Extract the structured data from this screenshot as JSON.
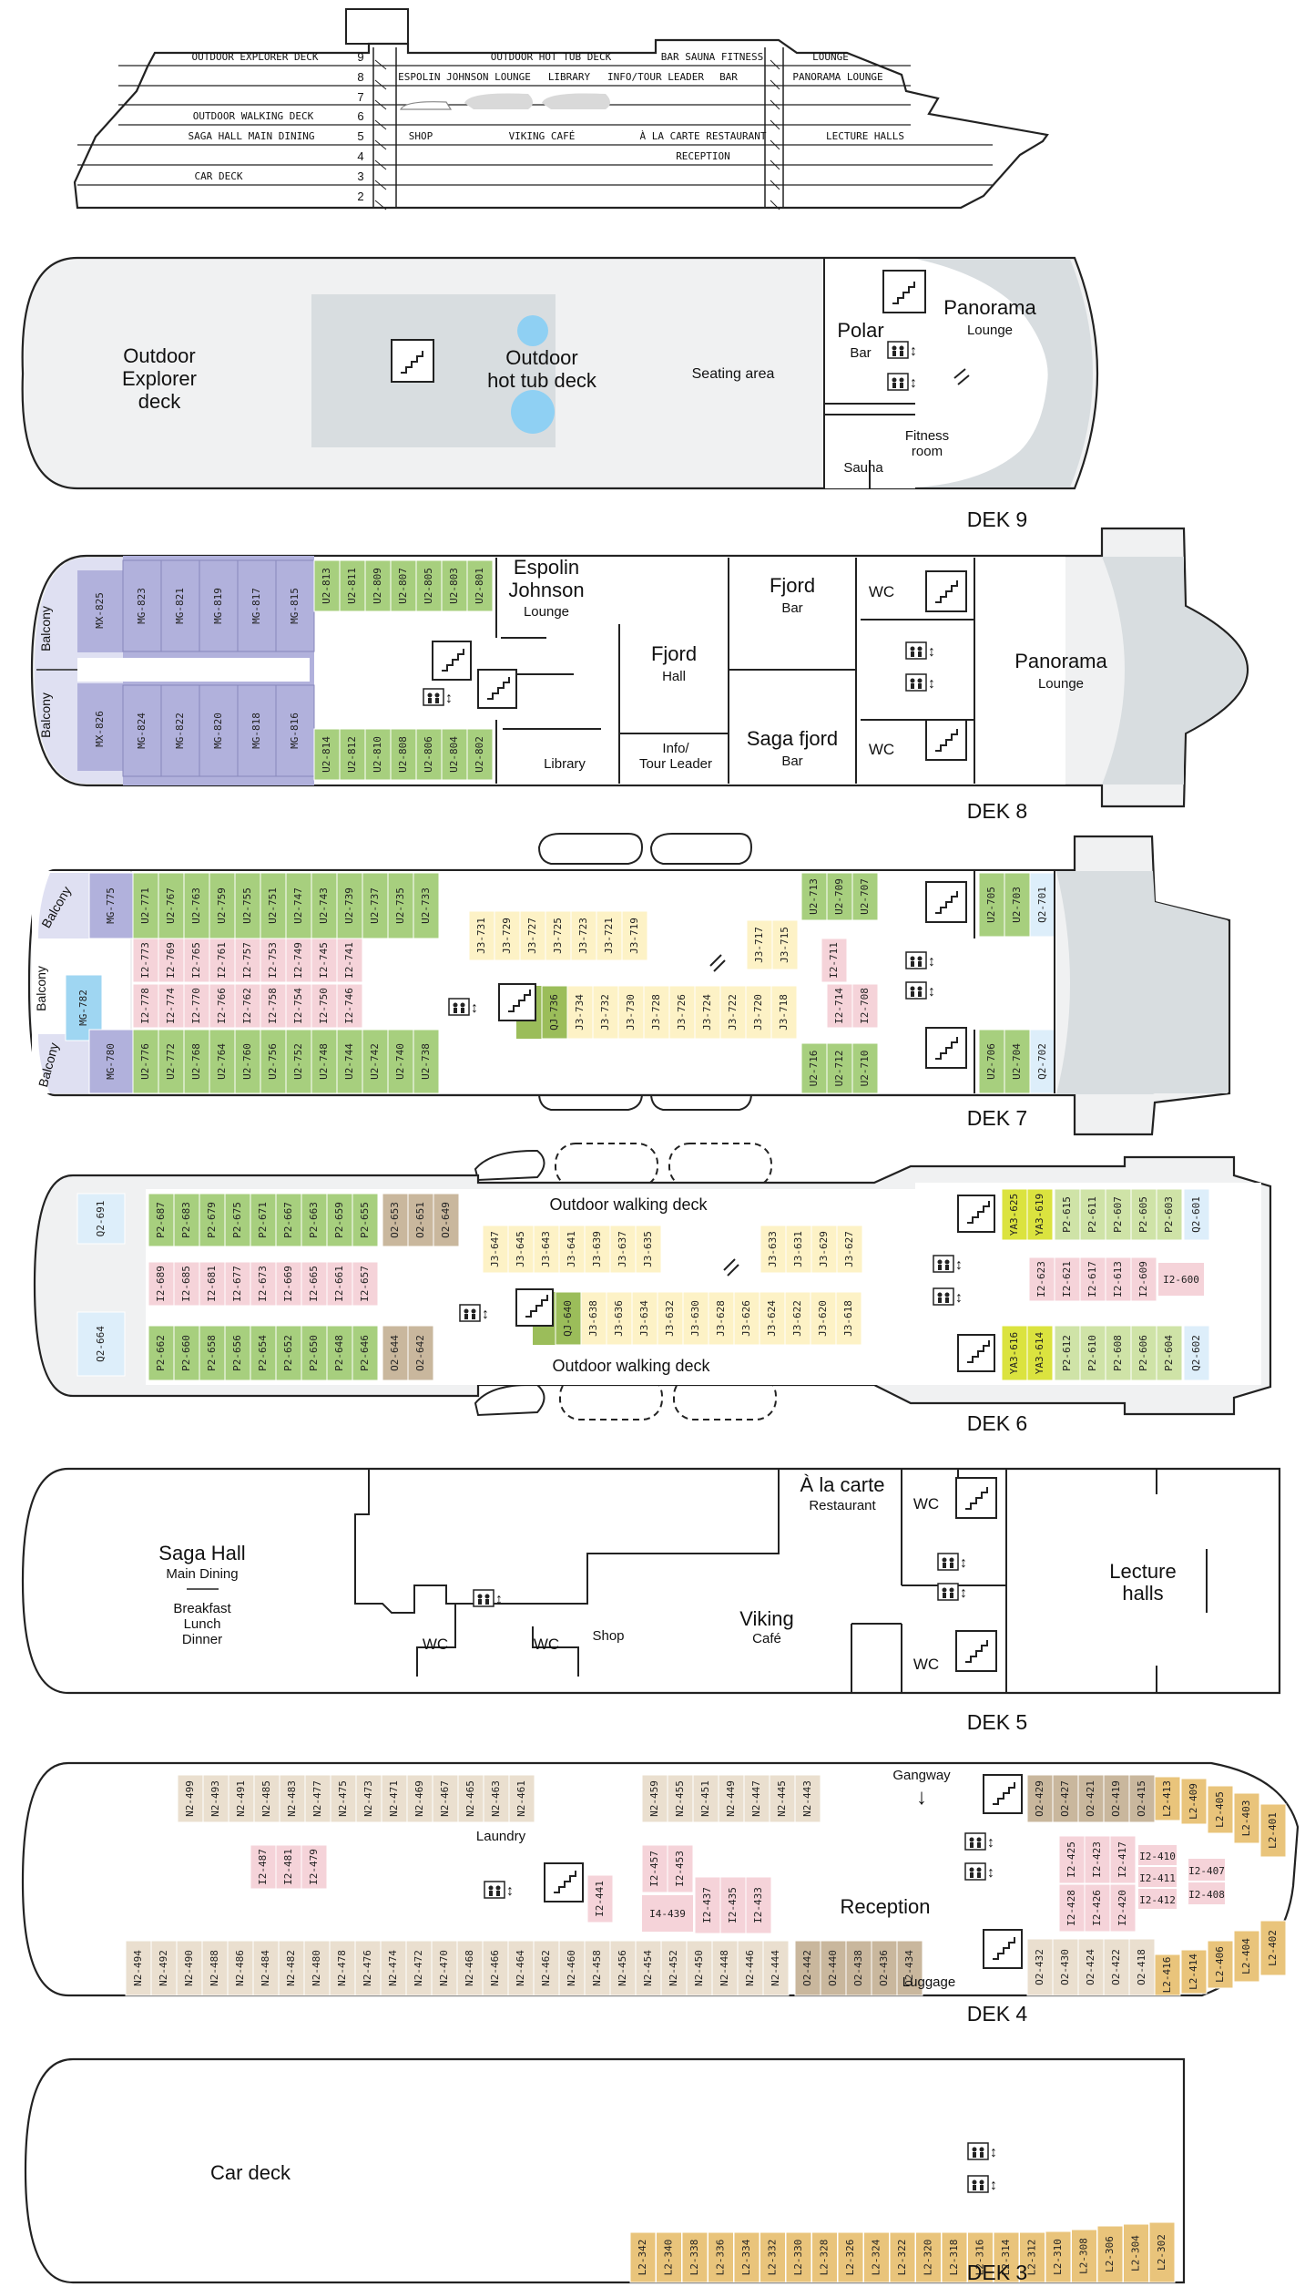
{
  "profile": {
    "decks": [
      "9",
      "8",
      "7",
      "6",
      "5",
      "4",
      "3",
      "2"
    ],
    "left_labels": {
      "9": "OUTDOOR EXPLORER DECK",
      "6": "OUTDOOR WALKING DECK",
      "5": "SAGA HALL MAIN DINING",
      "3": "CAR DECK"
    },
    "mid_labels": {
      "9a": "OUTDOOR HOT TUB DECK",
      "9b": "BAR  SAUNA  FITNESS",
      "8a": "ESPOLIN JOHNSON LOUNGE",
      "8b": "LIBRARY",
      "8c": "INFO/TOUR LEADER",
      "8d": "BAR",
      "5a": "SHOP",
      "5b": "VIKING CAFÉ",
      "5c": "À LA CARTE RESTAURANT",
      "4a": "RECEPTION"
    },
    "right_labels": {
      "9": "LOUNGE",
      "8": "PANORAMA LOUNGE",
      "5": "LECTURE HALLS"
    }
  },
  "deck9": {
    "name": "DEK 9",
    "explorer": [
      "Outdoor",
      "Explorer",
      "deck"
    ],
    "hottub": [
      "Outdoor",
      "hot tub deck"
    ],
    "seating": "Seating area",
    "polar": "Polar",
    "polar_sub": "Bar",
    "panorama": "Panorama",
    "panorama_sub": "Lounge",
    "fitness": [
      "Fitness",
      "room"
    ],
    "sauna": "Sauna"
  },
  "deck8": {
    "name": "DEK 8",
    "balcony": "Balcony",
    "espolin": [
      "Espolin",
      "Johnson"
    ],
    "espolin_sub": "Lounge",
    "fjord_hall": "Fjord",
    "fjord_hall_sub": "Hall",
    "fjord_bar": "Fjord",
    "fjord_bar_sub": "Bar",
    "saga_bar": "Saga fjord",
    "saga_bar_sub": "Bar",
    "library": "Library",
    "info": [
      "Info/",
      "Tour Leader"
    ],
    "wc": "WC",
    "panorama": "Panorama",
    "panorama_sub": "Lounge",
    "mk_top": "MX-825",
    "mk_bot": "MX-826",
    "mg_top": [
      "MG-823",
      "MG-821",
      "MG-819",
      "MG-817",
      "MG-815"
    ],
    "mg_bot": [
      "MG-824",
      "MG-822",
      "MG-820",
      "MG-818",
      "MG-816"
    ],
    "u_top": [
      "U2-813",
      "U2-811",
      "U2-809",
      "U2-807",
      "U2-805",
      "U2-803",
      "U2-801"
    ],
    "u_bot": [
      "U2-814",
      "U2-812",
      "U2-810",
      "U2-808",
      "U2-806",
      "U2-804",
      "U2-802"
    ]
  },
  "deck7": {
    "name": "DEK 7",
    "balcony": "Balcony",
    "mg_top": "MG-775",
    "mg_mid": "MG-782",
    "mg_bot": "MG-780",
    "u_top": [
      "U2-771",
      "U2-767",
      "U2-763",
      "U2-759",
      "U2-755",
      "U2-751",
      "U2-747",
      "U2-743",
      "U2-739",
      "U2-737",
      "U2-735",
      "U2-733"
    ],
    "i_top": [
      "I2-773",
      "I2-769",
      "I2-765",
      "I2-761",
      "I2-757",
      "I2-753",
      "I2-749",
      "I2-745",
      "I2-741"
    ],
    "i_bot": [
      "I2-778",
      "I2-774",
      "I2-770",
      "I2-766",
      "I2-762",
      "I2-758",
      "I2-754",
      "I2-750",
      "I2-746"
    ],
    "u_bot": [
      "U2-776",
      "U2-772",
      "U2-768",
      "U2-764",
      "U2-760",
      "U2-756",
      "U2-752",
      "U2-748",
      "U2-744",
      "U2-742",
      "U2-740",
      "U2-738"
    ],
    "j_top": [
      "J3-731",
      "J3-729",
      "J3-727",
      "J3-725",
      "J3-723",
      "J3-721",
      "J3-719"
    ],
    "j_top2": [
      "J3-717",
      "J3-715"
    ],
    "qj": "QJ-736",
    "j_bot": [
      "J3-734",
      "J3-732",
      "J3-730",
      "J3-728",
      "J3-726",
      "J3-724",
      "J3-722",
      "J3-720",
      "J3-718"
    ],
    "u_aft_top": [
      "U2-713",
      "U2-709",
      "U2-707"
    ],
    "u_aft_bot": [
      "U2-716",
      "U2-712",
      "U2-710"
    ],
    "i_aft_top": "I2-711",
    "i_aft_bot": [
      "I2-714",
      "I2-708"
    ],
    "u_fwd_top": [
      "U2-705",
      "U2-703"
    ],
    "q_fwd_top": "Q2-701",
    "u_fwd_bot": [
      "U2-706",
      "U2-704"
    ],
    "q_fwd_bot": "Q2-702"
  },
  "deck6": {
    "name": "DEK 6",
    "walk": "Outdoor walking deck",
    "q_top": "Q2-691",
    "q_bot": "Q2-664",
    "p_top": [
      "P2-687",
      "P2-683",
      "P2-679",
      "P2-675",
      "P2-671",
      "P2-667",
      "P2-663",
      "P2-659",
      "P2-655"
    ],
    "o_top": [
      "O2-653",
      "O2-651",
      "O2-649"
    ],
    "i_mid": [
      "I2-689",
      "I2-685",
      "I2-681",
      "I2-677",
      "I2-673",
      "I2-669",
      "I2-665",
      "I2-661",
      "I2-657"
    ],
    "p_bot": [
      "P2-662",
      "P2-660",
      "P2-658",
      "P2-656",
      "P2-654",
      "P2-652",
      "P2-650",
      "P2-648",
      "P2-646"
    ],
    "o_bot": [
      "O2-644",
      "O2-642"
    ],
    "j_top": [
      "J3-647",
      "J3-645",
      "J3-643",
      "J3-641",
      "J3-639",
      "J3-637",
      "J3-635"
    ],
    "j_top2": [
      "J3-633",
      "J3-631",
      "J3-629",
      "J3-627"
    ],
    "qj": "QJ-640",
    "j_bot": [
      "J3-638",
      "J3-636",
      "J3-634",
      "J3-632",
      "J3-630",
      "J3-628",
      "J3-626",
      "J3-624",
      "J3-622",
      "J3-620",
      "J3-618"
    ],
    "ya_top": [
      "YA3-625",
      "YA3-619"
    ],
    "p_fwd_top": [
      "P2-615",
      "P2-611",
      "P2-607",
      "P2-605",
      "P2-603"
    ],
    "q_fwd_top": "Q2-601",
    "i_fwd": [
      "I2-623",
      "I2-621",
      "I2-617",
      "I2-613",
      "I2-609"
    ],
    "i_fwd_x": "I2-600",
    "ya_bot": [
      "YA3-616",
      "YA3-614"
    ],
    "p_fwd_bot": [
      "P2-612",
      "P2-610",
      "P2-608",
      "P2-606",
      "P2-604"
    ],
    "q_fwd_bot": "Q2-602"
  },
  "deck5": {
    "name": "DEK 5",
    "saga": "Saga Hall",
    "saga_sub": "Main Dining",
    "meals": [
      "Breakfast",
      "Lunch",
      "Dinner"
    ],
    "wc": "WC",
    "shop": "Shop",
    "viking": "Viking",
    "viking_sub": "Café",
    "alacarte": "À la carte",
    "alacarte_sub": "Restaurant",
    "lecture": [
      "Lecture",
      "halls"
    ]
  },
  "deck4": {
    "name": "DEK 4",
    "gangway": "Gangway",
    "laundry": "Laundry",
    "reception": "Reception",
    "luggage": "Luggage",
    "n_top": [
      "N2-499",
      "N2-493",
      "N2-491",
      "N2-485",
      "N2-483",
      "N2-477",
      "N2-475",
      "N2-473",
      "N2-471",
      "N2-469",
      "N2-467",
      "N2-465",
      "N2-463",
      "N2-461"
    ],
    "n_top2": [
      "N2-459",
      "N2-455",
      "N2-451",
      "N2-449",
      "N2-447",
      "N2-445",
      "N2-443"
    ],
    "i_mid": [
      "I2-487",
      "I2-481",
      "I2-479"
    ],
    "i_441": "I2-441",
    "i_c1": [
      "I2-457",
      "I2-453"
    ],
    "i4_439": "I4-439",
    "i_c2": [
      "I2-437",
      "I2-435",
      "I2-433"
    ],
    "n_bot": [
      "N2-494",
      "N2-492",
      "N2-490",
      "N2-488",
      "N2-486",
      "N2-484",
      "N2-482",
      "N2-480",
      "N2-478",
      "N2-476",
      "N2-474",
      "N2-472",
      "N2-470",
      "N2-468",
      "N2-466",
      "N2-464",
      "N2-462",
      "N2-460",
      "N2-458",
      "N2-456",
      "N2-454",
      "N2-452",
      "N2-450",
      "N2-448",
      "N2-446",
      "N2-444"
    ],
    "o_bot": [
      "O2-442",
      "O2-440",
      "O2-438",
      "O2-436",
      "O2-434"
    ],
    "o_fwd_top": [
      "O2-429",
      "O2-427",
      "O2-421",
      "O2-419",
      "O2-415"
    ],
    "o_fwd_bot": [
      "O2-432",
      "O2-430",
      "O2-424",
      "O2-422",
      "O2-418"
    ],
    "i_fwd_top": [
      "I2-425",
      "I2-423",
      "I2-417"
    ],
    "i_fwd_bot": [
      "I2-428",
      "I2-426",
      "I2-420"
    ],
    "i_fwd_x": [
      "I2-410",
      "I2-411",
      "I2-412"
    ],
    "i_fwd_y": [
      "I2-407",
      "I2-408"
    ],
    "l_top": [
      "L2-413",
      "L2-409",
      "L2-405",
      "L2-403",
      "L2-401"
    ],
    "l_bot": [
      "L2-416",
      "L2-414",
      "L2-406",
      "L2-404",
      "L2-402"
    ]
  },
  "deck3": {
    "name": "DEK 3",
    "car": "Car deck",
    "l_row": [
      "L2-342",
      "L2-340",
      "L2-338",
      "L2-336",
      "L2-334",
      "L2-332",
      "L2-330",
      "L2-328",
      "L2-326",
      "L2-324",
      "L2-322",
      "L2-320",
      "L2-318",
      "L2-316",
      "L2-314",
      "L2-312",
      "L2-310",
      "L2-308",
      "L2-306",
      "L2-304",
      "L2-302"
    ]
  },
  "colors": {
    "hull": "#f0f1f2",
    "outline": "#222222",
    "green": "#a7cf7e",
    "lilac": "#b1b1dc",
    "pink": "#f5d3d9",
    "cream": "#fdf2c6",
    "tan": "#eadfcf",
    "brown": "#c9b79d",
    "gold": "#e9c47b",
    "yellow": "#dbe33f",
    "sky": "#ddeefa",
    "blue": "#9fd6f2",
    "olive": "#9bbd5a",
    "grey": "#d8dde0",
    "hottub": "#8fd0f3"
  }
}
